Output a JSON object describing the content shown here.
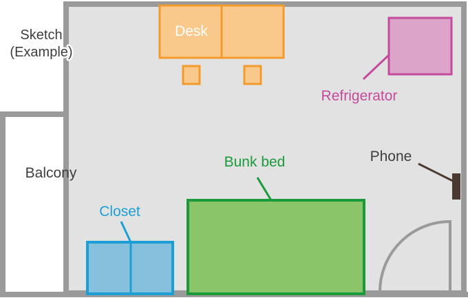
{
  "sketch": {
    "line1": "Sketch",
    "line2": "(Example)"
  },
  "labels": {
    "desk": "Desk",
    "refrigerator": "Refrigerator",
    "balcony": "Balcony",
    "phone": "Phone",
    "bunk_bed": "Bunk bed",
    "closet": "Closet"
  },
  "colors": {
    "desk": "#f39a2c",
    "desk_fill": "#f9c98b",
    "refrigerator": "#c44a9b",
    "refrigerator_fill": "#dda4c9",
    "bunk_bed": "#1a9a3a",
    "bunk_bed_fill": "#8ac56a",
    "closet": "#1b9fd4",
    "closet_fill": "#86c0dd",
    "phone": "#4b3a30",
    "wall": "#9a9a9a",
    "floor": "#e2e2e2",
    "text": "#3d3d3d"
  }
}
